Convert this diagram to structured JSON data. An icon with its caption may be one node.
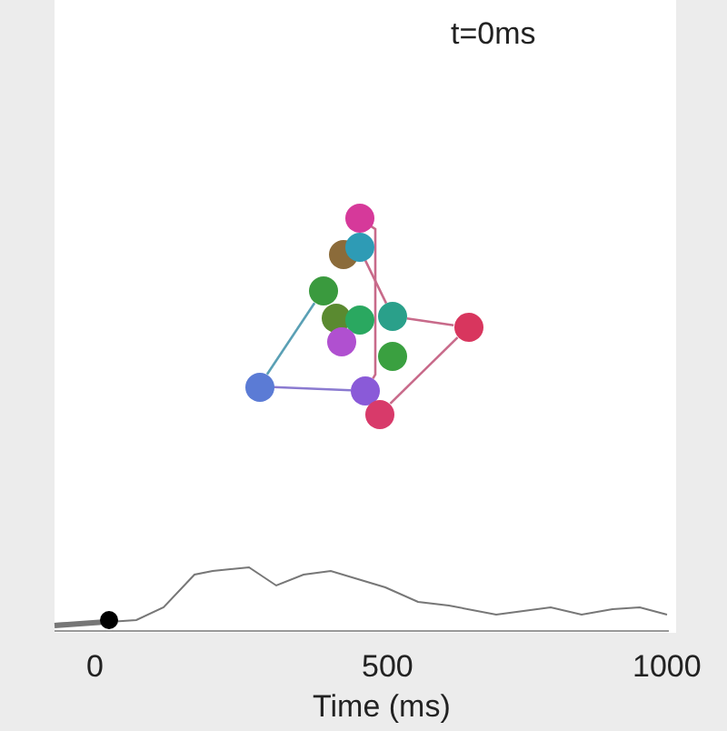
{
  "diagram": {
    "nodes": [
      {
        "text": [],
        "shape": "circle"
      },
      {
        "text": [],
        "shape": "circle"
      },
      {
        "text": [],
        "shape": "circle"
      },
      {
        "text": [],
        "shape": "circle"
      },
      {
        "text": [],
        "shape": "circle"
      },
      {
        "text": [],
        "shape": "circle"
      },
      {
        "text": [],
        "shape": "circle"
      },
      {
        "text": [],
        "shape": "circle"
      },
      {
        "text": [],
        "shape": "circle"
      },
      {
        "text": [],
        "shape": "circle"
      },
      {
        "text": [],
        "shape": "circle"
      },
      {
        "text": [],
        "shape": "circle"
      },
      {
        "text": [],
        "shape": "circle"
      }
    ],
    "edges": [
      {
        "from": 10,
        "to": 3,
        "arrow": "none",
        "color": "#5aa0b5"
      },
      {
        "from": 10,
        "to": 11,
        "arrow": "none",
        "color": "#8a7ad0"
      },
      {
        "from": 6,
        "to": 7,
        "arrow": "none"
      },
      {
        "from": 7,
        "to": 12,
        "arrow": "none"
      },
      {
        "from": 0,
        "to": 11,
        "arrow": "none"
      },
      {
        "from": 2,
        "to": 6,
        "arrow": "none"
      }
    ],
    "labels": [
      "t=0ms",
      "0",
      "500",
      "1000",
      "Time (ms)"
    ]
  }
}
